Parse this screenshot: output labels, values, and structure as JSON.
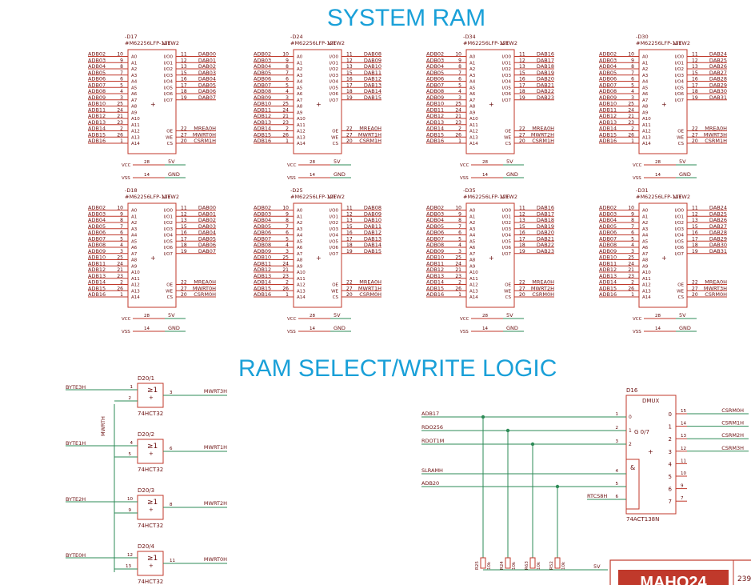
{
  "titles": {
    "system_ram": "SYSTEM RAM",
    "select_logic": "RAM SELECT/WRITE LOGIC"
  },
  "ram_common": {
    "part": "#M62256LFP-12T",
    "view": "VIEW2",
    "addr_nets": [
      "ADB02",
      "ADB03",
      "ADB04",
      "ADB05",
      "ADB06",
      "ADB07",
      "ADB08",
      "ADB09",
      "ADB10",
      "ADB11",
      "ADB12",
      "ADB13",
      "ADB14",
      "ADB15",
      "ADB16"
    ],
    "addr_pin_names": [
      "A0",
      "A1",
      "A2",
      "A3",
      "A4",
      "A5",
      "A6",
      "A7",
      "A8",
      "A9",
      "A10",
      "A11",
      "A12",
      "A13",
      "A14"
    ],
    "addr_pin_nums": [
      "10",
      "9",
      "8",
      "7",
      "6",
      "5",
      "4",
      "3",
      "25",
      "24",
      "21",
      "23",
      "2",
      "26",
      "1"
    ],
    "io_pin_names": [
      "I/O0",
      "I/O1",
      "I/O2",
      "I/O3",
      "I/O4",
      "I/O5",
      "I/O6",
      "I/O7"
    ],
    "io_pin_nums": [
      "11",
      "12",
      "13",
      "15",
      "16",
      "17",
      "18",
      "19"
    ],
    "ctrl_pin_names": [
      "OE",
      "WE",
      "CS"
    ],
    "ctrl_pin_nums": [
      "22",
      "27",
      "20"
    ],
    "vcc_label": "VCC",
    "vcc_pin": "28",
    "vcc_net": "5V",
    "vss_label": "VSS",
    "vss_pin": "14",
    "vss_net": "GND"
  },
  "ram_chips": [
    {
      "ref": "D17",
      "data": [
        "DAB00",
        "DAB01",
        "DAB02",
        "DAB03",
        "DAB04",
        "DAB05",
        "DAB06",
        "DAB07"
      ],
      "ctrl": [
        "MREA0H",
        "MWRT0H",
        "CSRM1H"
      ]
    },
    {
      "ref": "D24",
      "data": [
        "DAB08",
        "DAB09",
        "DAB10",
        "DAB11",
        "DAB12",
        "DAB13",
        "DAB14",
        "DAB15"
      ],
      "ctrl": [
        "MREA0H",
        "MWRT1H",
        "CSRM1H"
      ]
    },
    {
      "ref": "D34",
      "data": [
        "DAB16",
        "DAB17",
        "DAB18",
        "DAB19",
        "DAB20",
        "DAB21",
        "DAB22",
        "DAB23"
      ],
      "ctrl": [
        "MREA0H",
        "MWRT2H",
        "CSRM1H"
      ]
    },
    {
      "ref": "D30",
      "data": [
        "DAB24",
        "DAB25",
        "DAB26",
        "DAB27",
        "DAB28",
        "DAB29",
        "DAB30",
        "DAB31"
      ],
      "ctrl": [
        "MREA0H",
        "MWRT3H",
        "CSRM1H"
      ]
    },
    {
      "ref": "D18",
      "data": [
        "DAB00",
        "DAB01",
        "DAB02",
        "DAB03",
        "DAB04",
        "DAB05",
        "DAB06",
        "DAB07"
      ],
      "ctrl": [
        "MREA0H",
        "MWRT0H",
        "CSRM0H"
      ]
    },
    {
      "ref": "D25",
      "data": [
        "DAB08",
        "DAB09",
        "DAB10",
        "DAB11",
        "DAB12",
        "DAB13",
        "DAB14",
        "DAB15"
      ],
      "ctrl": [
        "MREA0H",
        "MWRT1H",
        "CSRM0H"
      ]
    },
    {
      "ref": "D35",
      "data": [
        "DAB16",
        "DAB17",
        "DAB18",
        "DAB19",
        "DAB20",
        "DAB21",
        "DAB22",
        "DAB23"
      ],
      "ctrl": [
        "MREA0H",
        "MWRT2H",
        "CSRM0H"
      ]
    },
    {
      "ref": "D31",
      "data": [
        "DAB24",
        "DAB25",
        "DAB26",
        "DAB27",
        "DAB28",
        "DAB29",
        "DAB30",
        "DAB31"
      ],
      "ctrl": [
        "MREA0H",
        "MWRT3H",
        "CSRM0H"
      ]
    }
  ],
  "or_gates": [
    {
      "ref": "D20/1",
      "part": "74HCT32",
      "sym": "≥1",
      "in_a": "BYTE3H",
      "pin_a": "1",
      "pin_b": "2",
      "pin_out": "3",
      "out": "MWRT3H"
    },
    {
      "ref": "D20/2",
      "part": "74HCT32",
      "sym": "≥1",
      "in_a": "BYTE1H",
      "pin_a": "4",
      "pin_b": "5",
      "pin_out": "6",
      "out": "MWRT1H"
    },
    {
      "ref": "D20/3",
      "part": "74HCT32",
      "sym": "≥1",
      "in_a": "BYTE2H",
      "pin_a": "10",
      "pin_b": "9",
      "pin_out": "8",
      "out": "MWRT2H"
    },
    {
      "ref": "D20/4",
      "part": "74HCT32",
      "sym": "≥1",
      "in_a": "BYTE0H",
      "pin_a": "12",
      "pin_b": "13",
      "pin_out": "11",
      "out": "MWRT0H"
    }
  ],
  "mwrt_bus_label": "MWRTH",
  "dmux": {
    "ref": "D16",
    "name": "DMUX",
    "part": "74ACT138N",
    "inputs": [
      {
        "net": "ADB17",
        "pin": "1"
      },
      {
        "net": "RDO256",
        "pin": "2"
      },
      {
        "net": "RDOT1M",
        "pin": "3"
      },
      {
        "net": "SLRAMH",
        "pin": "4"
      },
      {
        "net": "ADB20",
        "pin": "5"
      },
      {
        "net": "RTCS8H",
        "pin": "6"
      }
    ],
    "sel_labels": [
      "0",
      "1",
      "2"
    ],
    "sel_mark": "G 0/7",
    "en_mark": "&",
    "outputs": [
      {
        "num": "0",
        "pin": "15",
        "net": "CSRM0H"
      },
      {
        "num": "1",
        "pin": "14",
        "net": "CSRM1H"
      },
      {
        "num": "2",
        "pin": "13",
        "net": "CSRM2H"
      },
      {
        "num": "3",
        "pin": "12",
        "net": "CSRM3H"
      },
      {
        "num": "4",
        "pin": "11",
        "net": ""
      },
      {
        "num": "5",
        "pin": "10",
        "net": ""
      },
      {
        "num": "6",
        "pin": "9",
        "net": ""
      },
      {
        "num": "7",
        "pin": "7",
        "net": ""
      }
    ]
  },
  "resistors": [
    {
      "ref": "R25",
      "value": "10k"
    },
    {
      "ref": "R24",
      "value": "10k"
    },
    {
      "ref": "R63",
      "value": "10k"
    },
    {
      "ref": "R52",
      "value": "10k"
    }
  ],
  "pullup_net": "5V",
  "title_block": {
    "logo": "MAHO24",
    "sheet": "239"
  }
}
